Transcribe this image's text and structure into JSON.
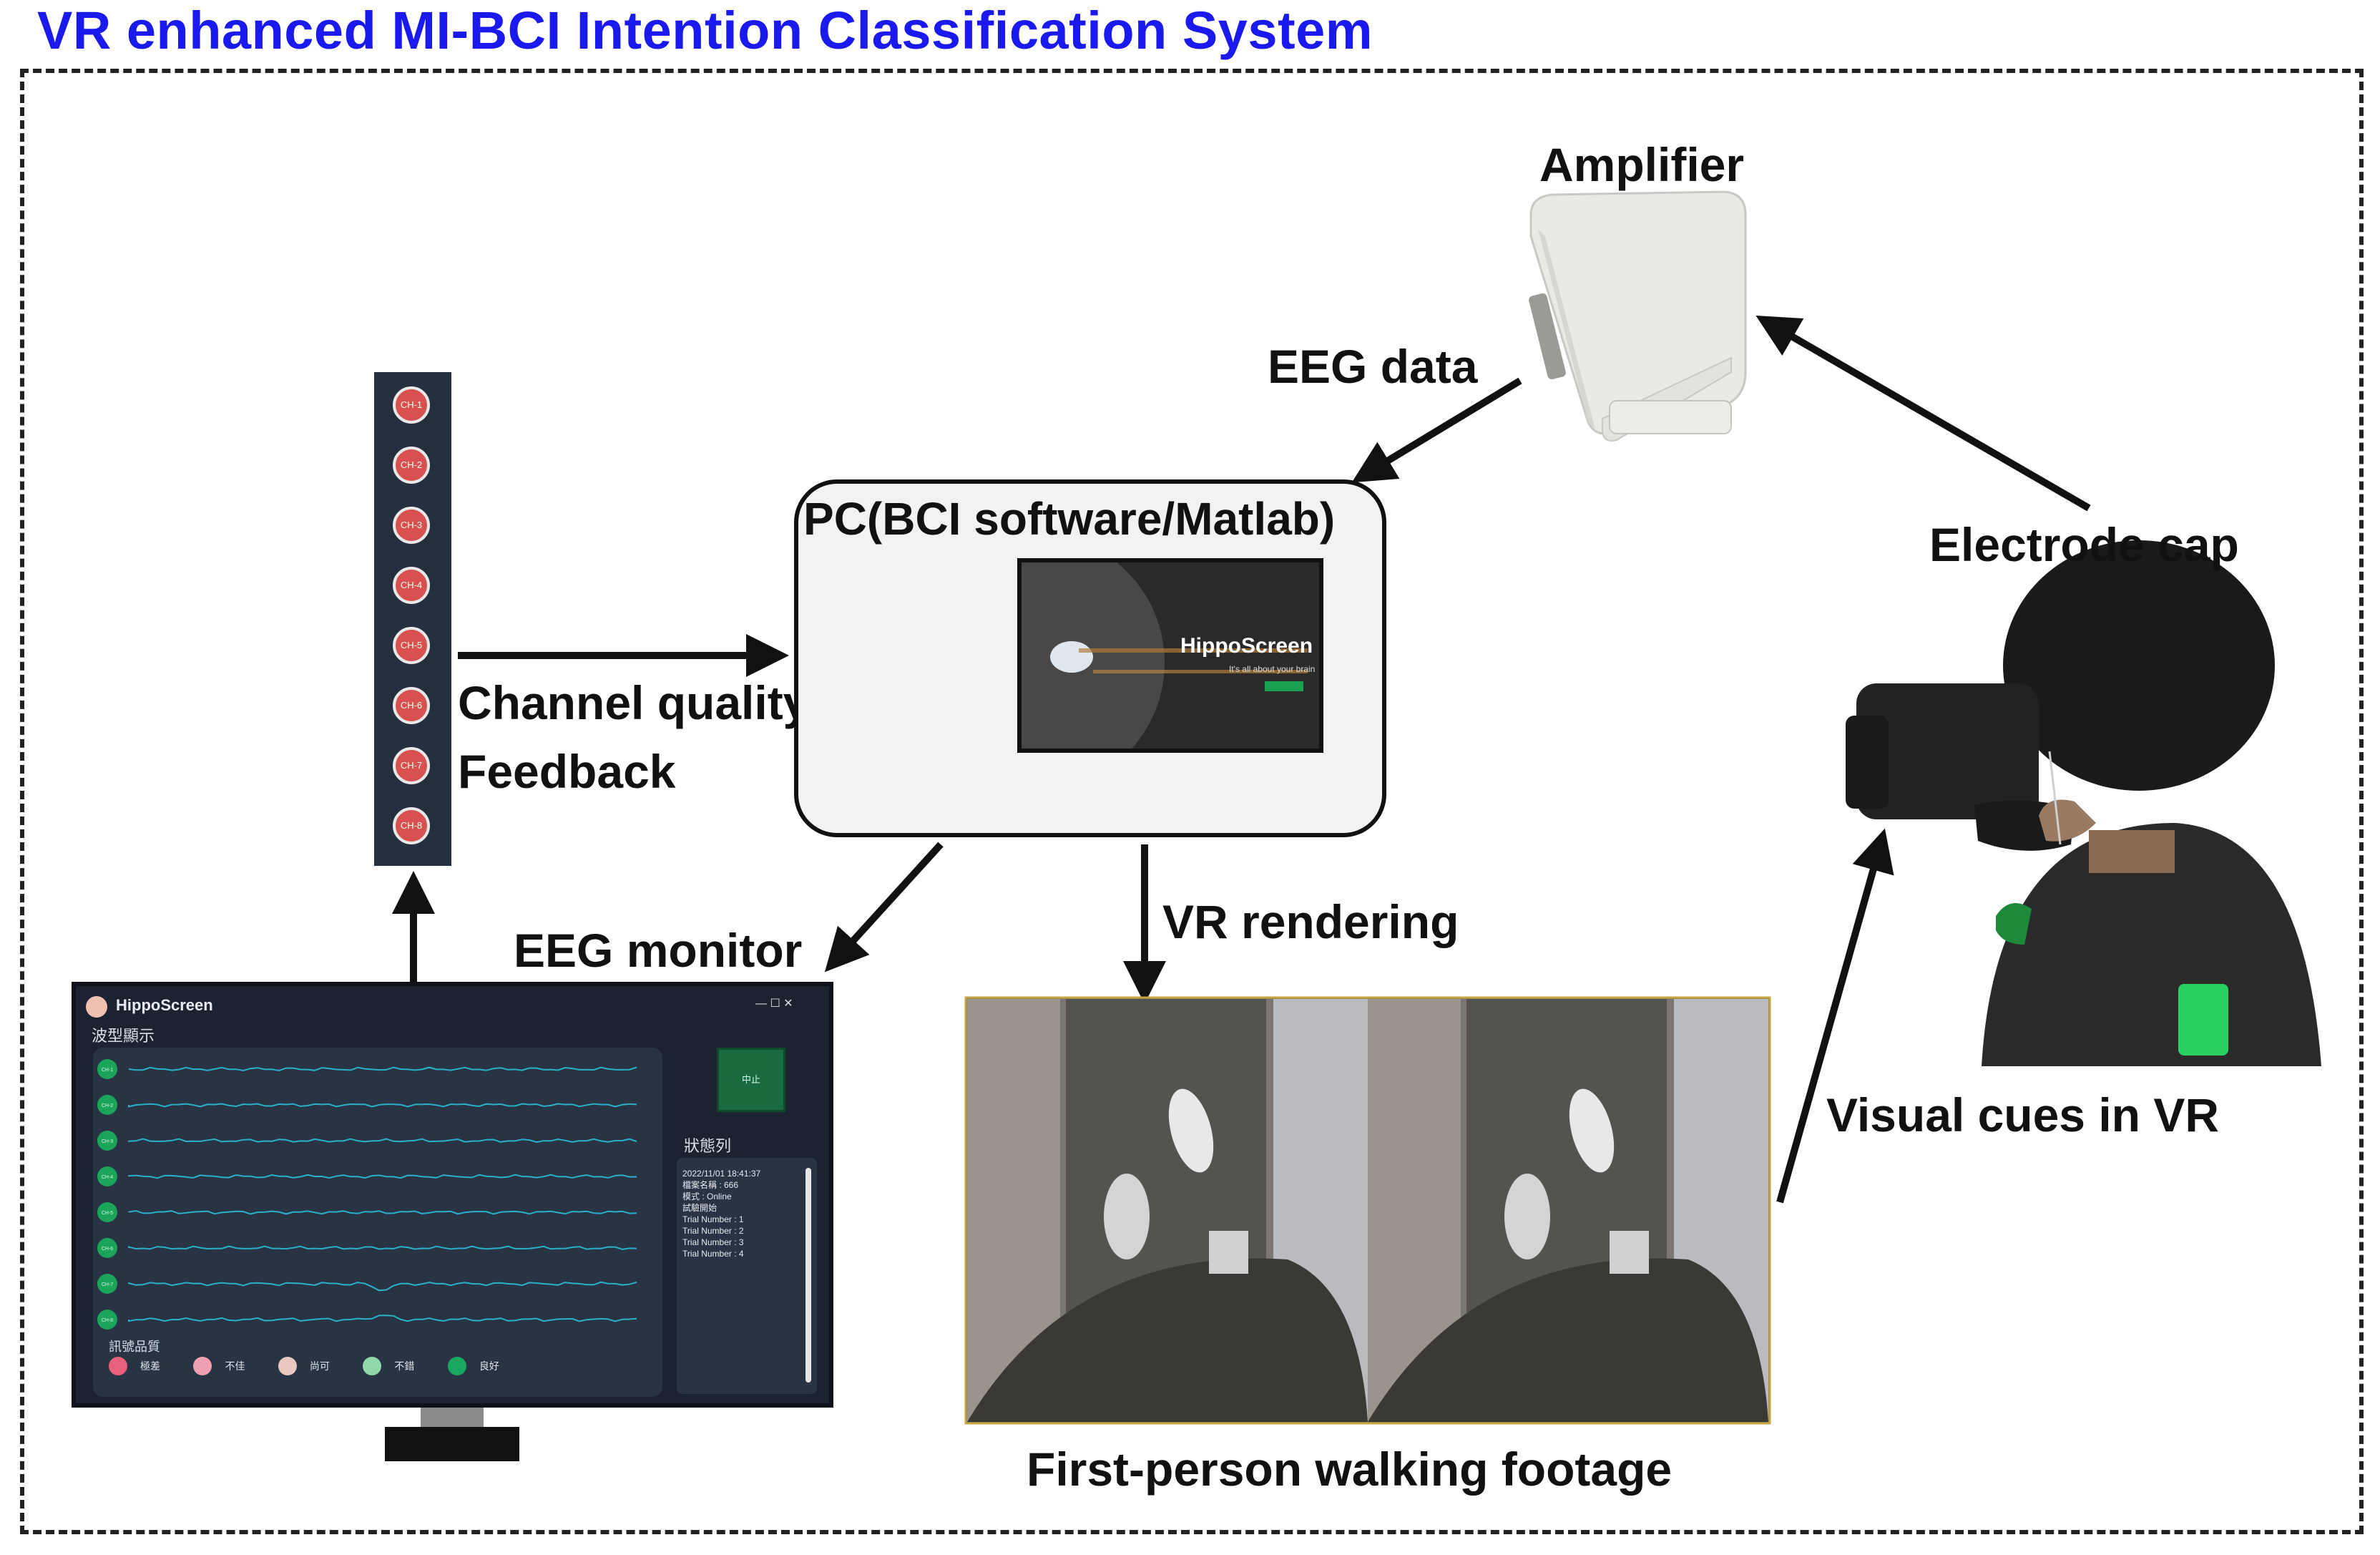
{
  "title": "VR enhanced MI-BCI Intention Classification System",
  "labels": {
    "amplifier": "Amplifier",
    "eeg_data": "EEG data",
    "pc": "PC(BCI software/Matlab)",
    "electrode_cap": "Electrode cap",
    "channel_quality": "Channel quality",
    "feedback": "Feedback",
    "eeg_monitor": "EEG monitor",
    "vr_rendering": "VR rendering",
    "visual_cues": "Visual cues in VR",
    "footage": "First-person walking footage"
  },
  "channel_strip": {
    "channels": [
      "CH-1",
      "CH-2",
      "CH-3",
      "CH-4",
      "CH-5",
      "CH-6",
      "CH-7",
      "CH-8"
    ],
    "dot_color": "#d95050"
  },
  "pc_screen": {
    "app": "HippoScreen",
    "tagline": "It's all about your brain"
  },
  "monitor": {
    "app_title": "HippoScreen",
    "window_controls": "—  ☐  ✕",
    "section_title": "波型顯示",
    "status_title": "狀態列",
    "status_button": "中止",
    "status_log": [
      "2022/11/01 18:41:37",
      "檔案名稱 : 666",
      "模式 : Online",
      "試驗開始",
      "Trial Number : 1",
      "Trial Number : 2",
      "Trial Number : 3",
      "Trial Number : 4"
    ],
    "channel_labels": [
      "CH-1",
      "CH-2",
      "CH-3",
      "CH-4",
      "CH-5",
      "CH-6",
      "CH-7",
      "CH-8"
    ],
    "quality_title": "訊號品質",
    "legend": [
      {
        "label": "極差",
        "color": "#e8607a"
      },
      {
        "label": "不佳",
        "color": "#f0a0b0"
      },
      {
        "label": "尚可",
        "color": "#e8c8c0"
      },
      {
        "label": "不錯",
        "color": "#90d8a8"
      },
      {
        "label": "良好",
        "color": "#18a860"
      }
    ]
  },
  "colors": {
    "title": "#1a1aee",
    "arrow": "#111111",
    "trace": "#2ab0c8"
  }
}
